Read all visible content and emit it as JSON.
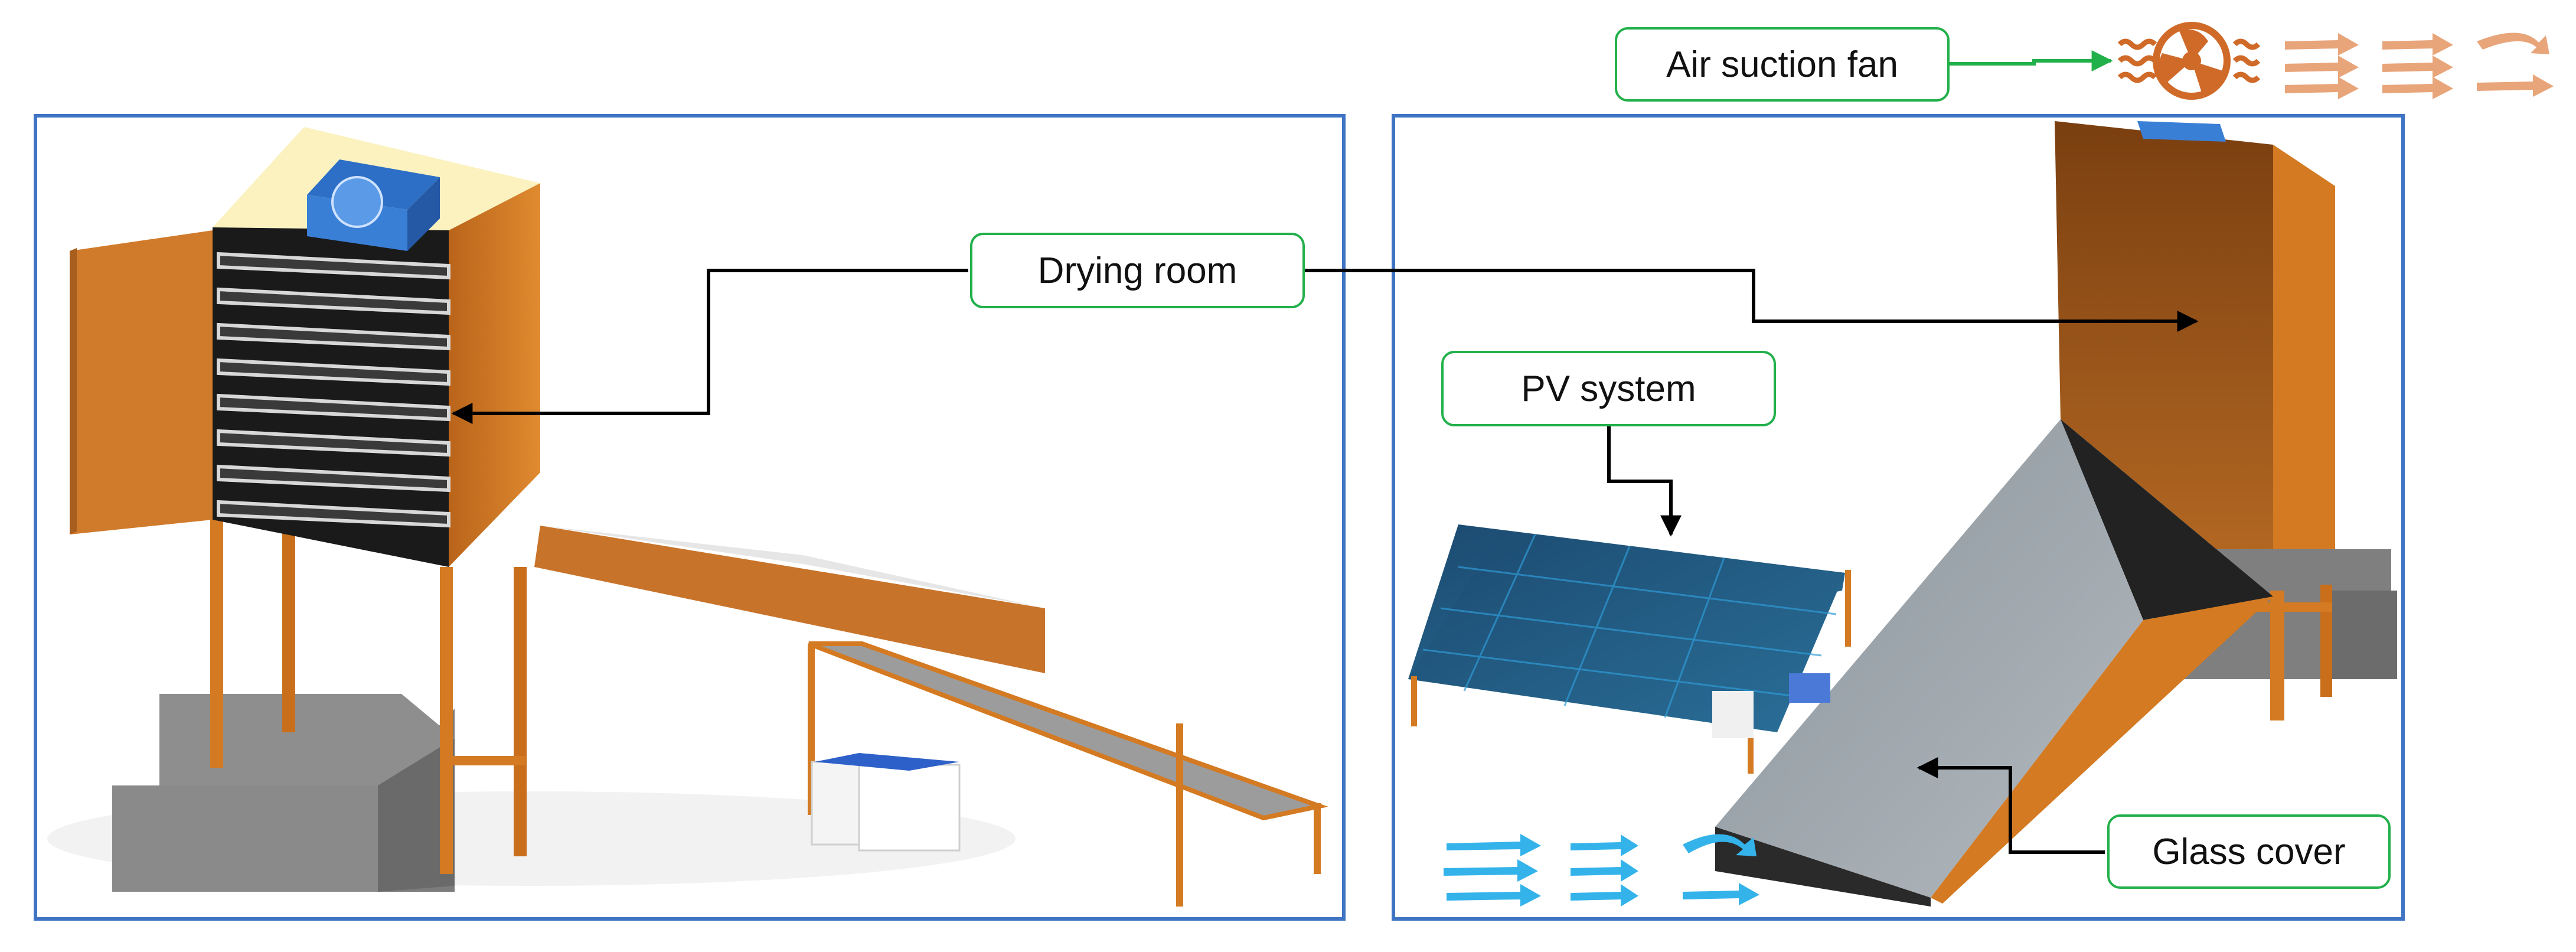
{
  "labels": {
    "air_suction_fan": "Air suction fan",
    "drying_room": "Drying room",
    "pv_system": "PV system",
    "glass_cover": "Glass cover"
  },
  "colors": {
    "panel_border": "#3f74c4",
    "label_border": "#22b04a",
    "wood": "#d37a22",
    "wood_dark": "#8c4a12",
    "concrete": "#8c8c8c",
    "glass": "#9aa3ab",
    "pv_blue": "#1f5f8a",
    "fan_blue": "#3a7fd6",
    "airflow_blue": "#34b3ea",
    "exhaust_orange": "#e8a57a",
    "arrow_black": "#000000"
  },
  "icons": {
    "fan": "fan-icon",
    "inlet_airflow": "airflow-arrows-icon",
    "exhaust_airflow": "exhaust-arrows-icon"
  }
}
